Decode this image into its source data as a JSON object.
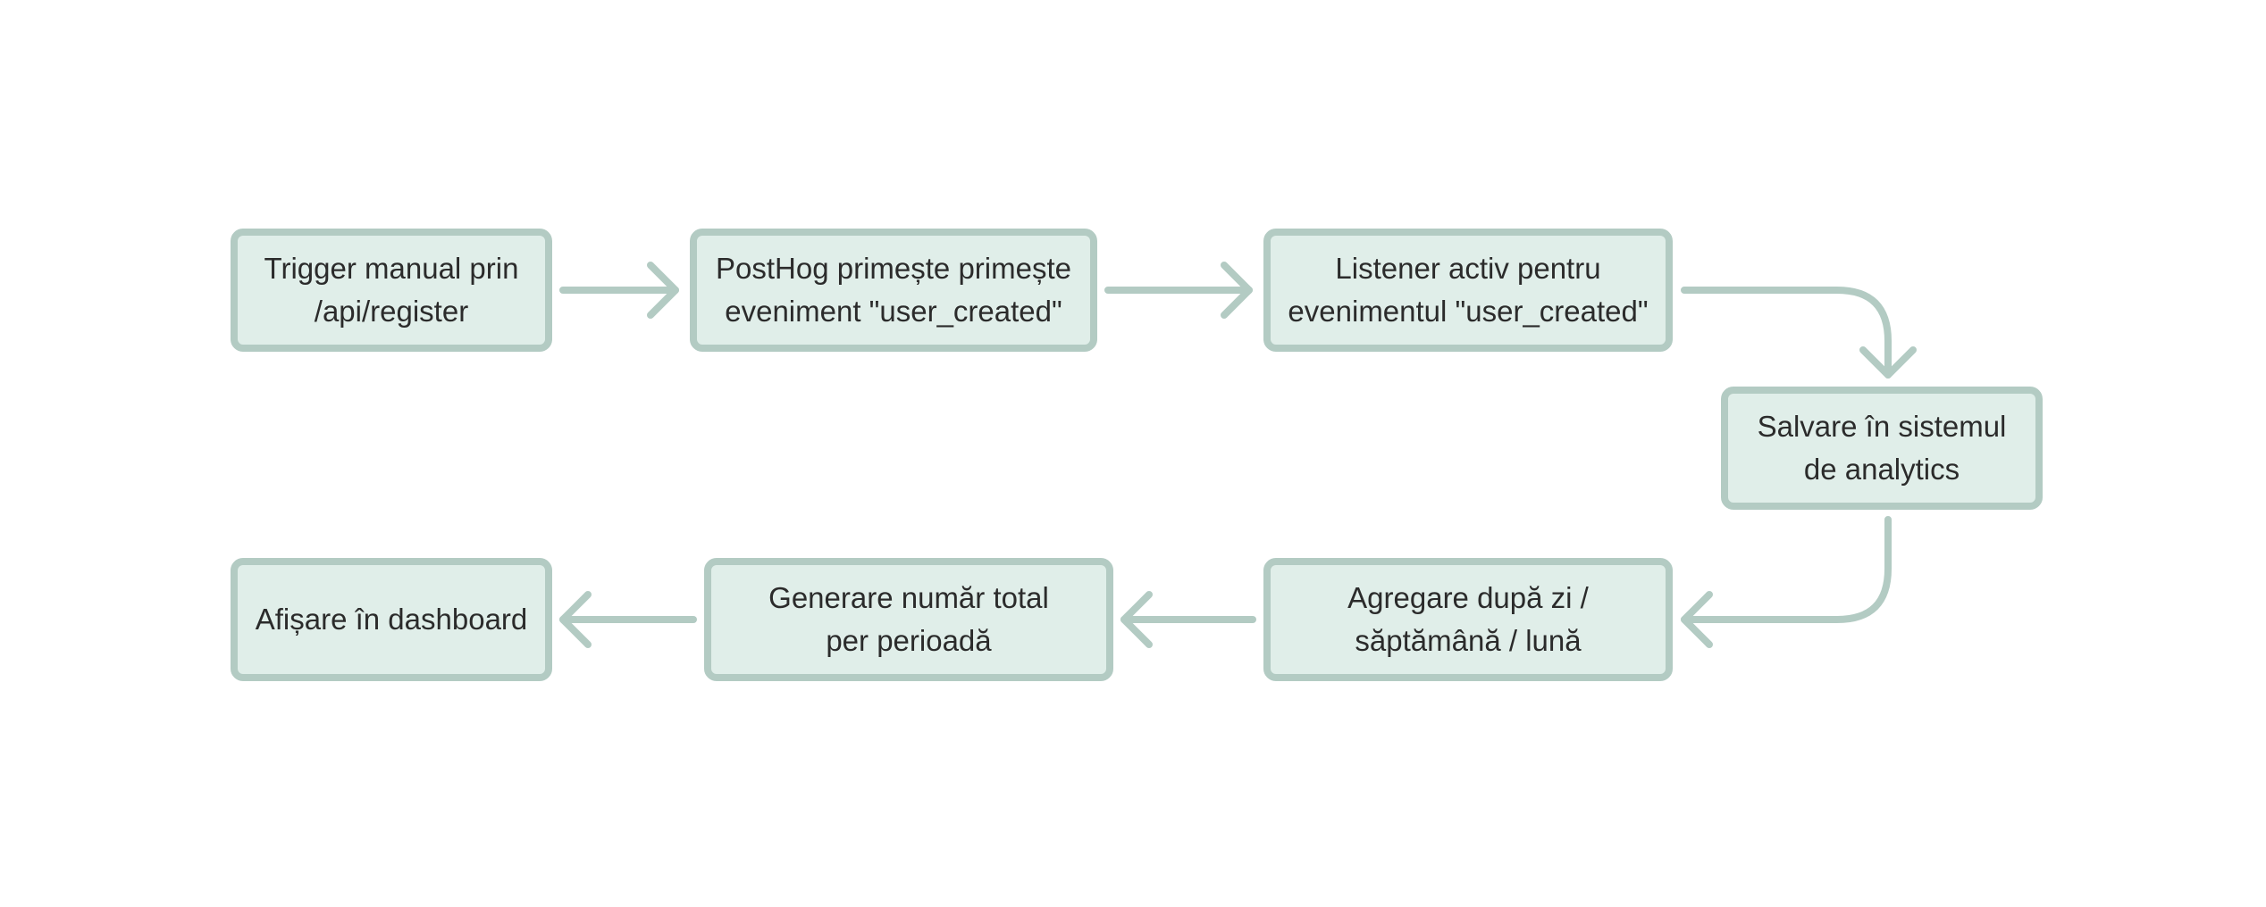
{
  "diagram": {
    "colors": {
      "node_fill": "#e0eee9",
      "node_border": "#b3cbc3",
      "connector": "#b3cbc3",
      "text": "#2b2b2b",
      "background": "#ffffff"
    },
    "nodes": [
      {
        "id": "trigger",
        "label": "Trigger manual prin\n/api/register"
      },
      {
        "id": "posthog",
        "label": "PostHog primește primește\neveniment \"user_created\""
      },
      {
        "id": "listener",
        "label": "Listener activ pentru\nevenimentul \"user_created\""
      },
      {
        "id": "save",
        "label": "Salvare în sistemul\nde analytics"
      },
      {
        "id": "aggregate",
        "label": "Agregare după zi /\nsăptămână / lună"
      },
      {
        "id": "generate",
        "label": "Generare număr total\nper perioadă"
      },
      {
        "id": "display",
        "label": "Afișare în dashboard"
      }
    ],
    "edges": [
      {
        "from": "trigger",
        "to": "posthog"
      },
      {
        "from": "posthog",
        "to": "listener"
      },
      {
        "from": "listener",
        "to": "save"
      },
      {
        "from": "save",
        "to": "aggregate"
      },
      {
        "from": "aggregate",
        "to": "generate"
      },
      {
        "from": "generate",
        "to": "display"
      }
    ]
  }
}
